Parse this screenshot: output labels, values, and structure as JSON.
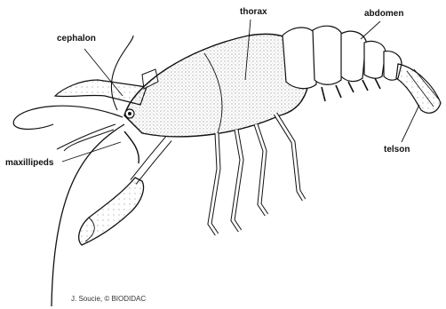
{
  "labels": {
    "thorax": "thorax",
    "abdomen": "abdomen",
    "cephalon": "cephalon",
    "maxillipeds": "maxillipeds",
    "telson": "telson"
  },
  "credit": "J. Soucie, © BIODIDAC",
  "colors": {
    "ink": "#111111",
    "stipple": "#555555",
    "background": "#ffffff"
  }
}
